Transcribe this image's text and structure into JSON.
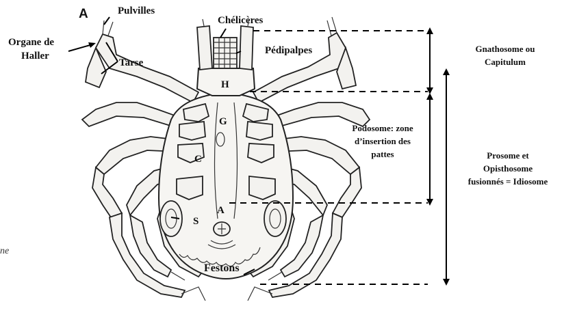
{
  "panel_letter": "A",
  "labels": {
    "pulvilles": "Pulvilles",
    "cheliceres": "Chélicères",
    "organe_de_haller": [
      "Organe de",
      "Haller"
    ],
    "tarse": "Tarse",
    "pedipalpes": "Pédipalpes",
    "h": "H",
    "g": "G",
    "c": "C",
    "s": "S",
    "a": "A",
    "festons": "Festons"
  },
  "regions": {
    "gnathosome": [
      "Gnathosome ou",
      "Capitulum"
    ],
    "podosome": [
      "Podosome: zone",
      "d’insertion des",
      "pattes"
    ],
    "idiosome": [
      "Prosome et",
      "Opisthosome",
      "fusionnés = Idiosome"
    ]
  },
  "cropped_text": "ne"
}
